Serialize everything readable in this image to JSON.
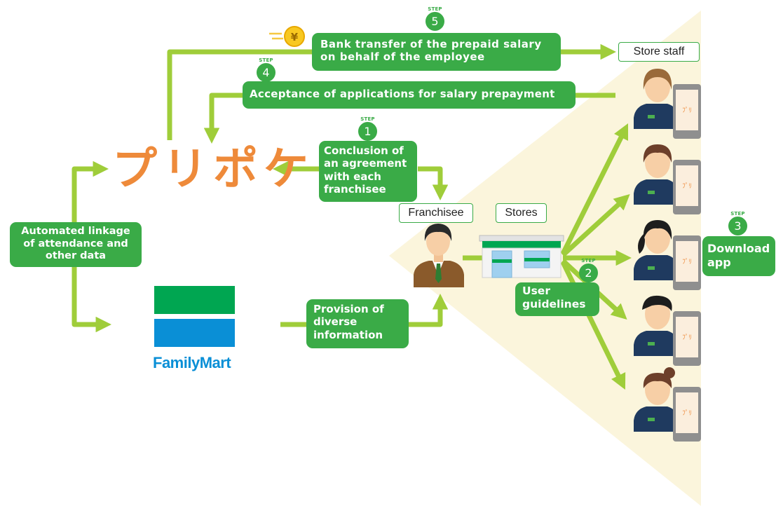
{
  "logo_text": "プリポケ",
  "familymart": {
    "name": "FamilyMart",
    "colors": {
      "green": "#00a651",
      "blue": "#0a8fd6"
    }
  },
  "colors": {
    "arrow": "#9fcd3a",
    "box": "#3aab47",
    "logo": "#ee8a3a",
    "beam": "#fbf5dc"
  },
  "steps": {
    "step1": {
      "tag": "STEP",
      "num": "1",
      "label": "Conclusion of an agreement with each franchisee"
    },
    "step2": {
      "tag": "STEP",
      "num": "2",
      "label": "User guidelines"
    },
    "step3": {
      "tag": "STEP",
      "num": "3",
      "label": "Download app"
    },
    "step4": {
      "tag": "STEP",
      "num": "4",
      "label": "Acceptance of applications for salary prepayment"
    },
    "step5": {
      "tag": "STEP",
      "num": "5",
      "label": "Bank transfer of the prepaid salary on behalf of the employee"
    }
  },
  "automated_linkage": "Automated linkage of attendance and other data",
  "provision": "Provision of diverse information",
  "labels": {
    "franchisee": "Franchisee",
    "stores": "Stores",
    "store_staff": "Store staff"
  },
  "icons": {
    "coin": "yen-coin-icon",
    "franchisee": "businessman-icon",
    "store": "convenience-store-icon",
    "staff": "staff-person-icon",
    "phone": "smartphone-app-icon"
  },
  "coin_symbol": "¥"
}
